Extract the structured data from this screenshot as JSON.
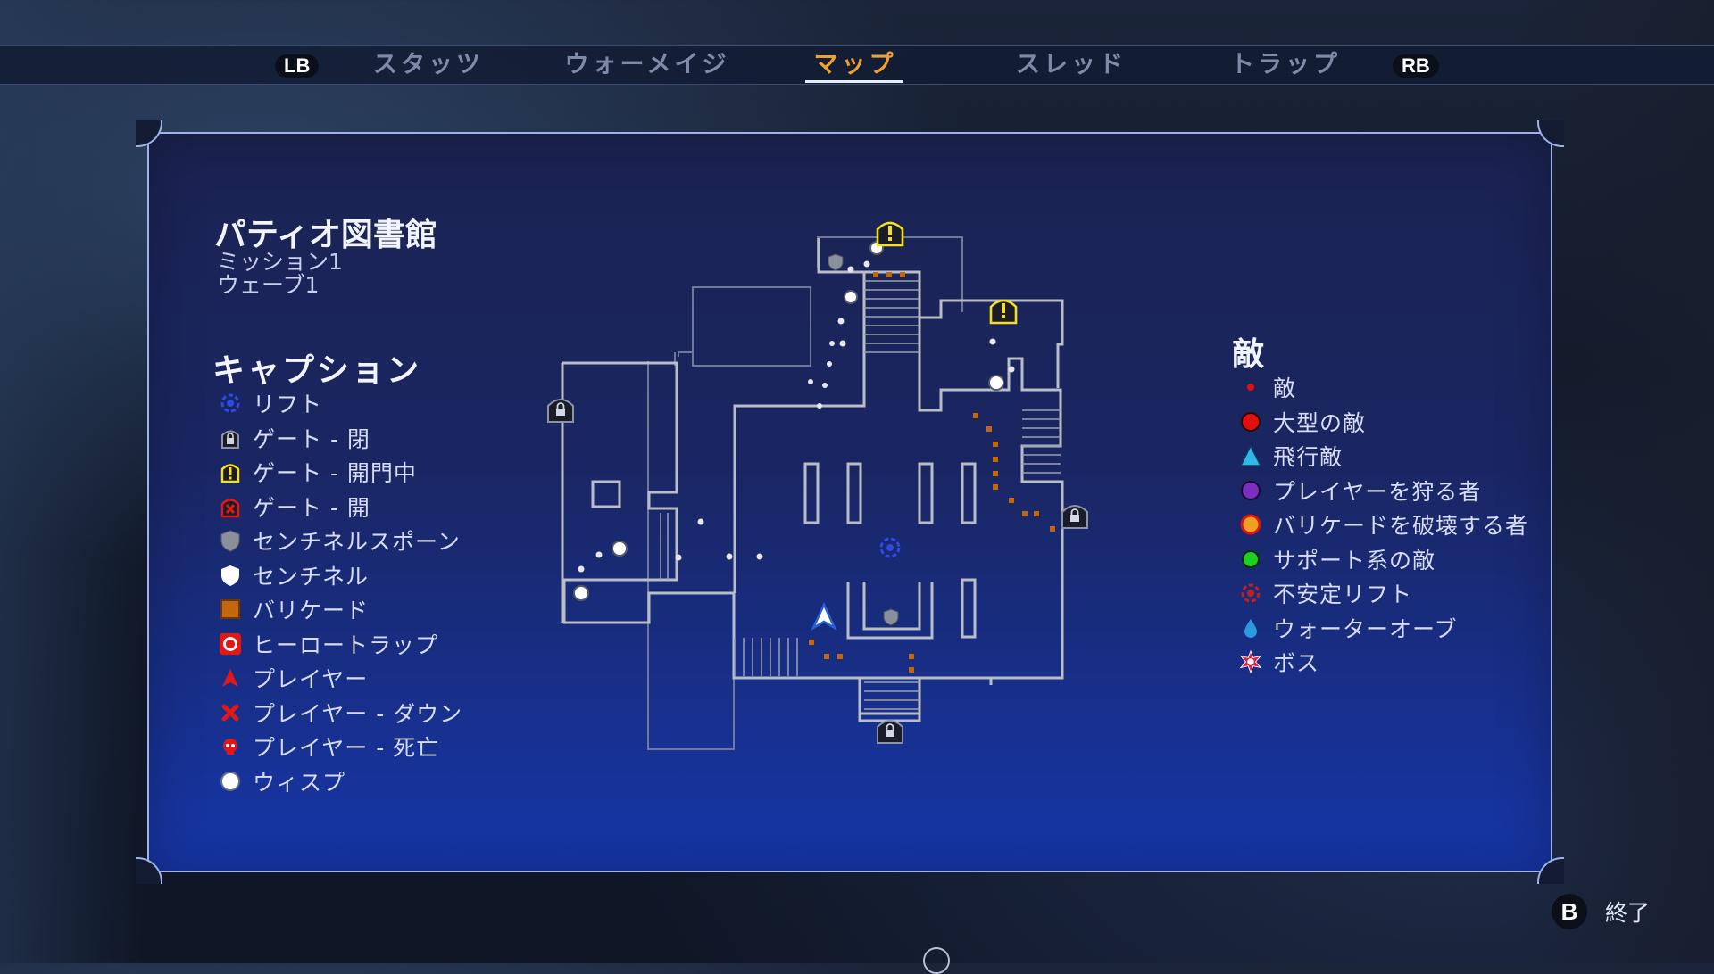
{
  "nav": {
    "left_shoulder": "LB",
    "right_shoulder": "RB",
    "tabs": [
      {
        "label": "スタッツ",
        "active": false
      },
      {
        "label": "ウォーメイジ",
        "active": false
      },
      {
        "label": "マップ",
        "active": true
      },
      {
        "label": "スレッド",
        "active": false
      },
      {
        "label": "トラップ",
        "active": false
      }
    ]
  },
  "location": {
    "title": "パティオ図書館",
    "mission": "ミッション1",
    "wave": "ウェーブ1"
  },
  "caption": {
    "title": "キャプション",
    "items": [
      {
        "label": "リフト",
        "icon": "rift-icon"
      },
      {
        "label": "ゲート - 閉",
        "icon": "gate-closed-icon"
      },
      {
        "label": "ゲート - 開門中",
        "icon": "gate-opening-icon"
      },
      {
        "label": "ゲート - 開",
        "icon": "gate-open-icon"
      },
      {
        "label": "センチネルスポーン",
        "icon": "sentinel-spawn-icon"
      },
      {
        "label": "センチネル",
        "icon": "sentinel-icon"
      },
      {
        "label": "バリケード",
        "icon": "barricade-icon"
      },
      {
        "label": "ヒーロートラップ",
        "icon": "hero-trap-icon"
      },
      {
        "label": "プレイヤー",
        "icon": "player-icon"
      },
      {
        "label": "プレイヤー - ダウン",
        "icon": "player-down-icon"
      },
      {
        "label": "プレイヤー - 死亡",
        "icon": "player-dead-icon"
      },
      {
        "label": "ウィスプ",
        "icon": "wisp-icon"
      }
    ]
  },
  "enemies": {
    "title": "敵",
    "items": [
      {
        "label": "敵",
        "icon": "enemy-icon",
        "color": "#e01010"
      },
      {
        "label": "大型の敵",
        "icon": "large-enemy-icon",
        "color": "#e01010"
      },
      {
        "label": "飛行敵",
        "icon": "flying-enemy-icon",
        "color": "#30b8e8"
      },
      {
        "label": "プレイヤーを狩る者",
        "icon": "hunter-icon",
        "color": "#7a2fc0"
      },
      {
        "label": "バリケードを破壊する者",
        "icon": "barricade-breaker-icon",
        "color": "#f0a020"
      },
      {
        "label": "サポート系の敵",
        "icon": "support-enemy-icon",
        "color": "#20d020"
      },
      {
        "label": "不安定リフト",
        "icon": "unstable-rift-icon",
        "color": "#c02020"
      },
      {
        "label": "ウォーターオーブ",
        "icon": "water-orb-icon",
        "color": "#2a9ae0"
      },
      {
        "label": "ボス",
        "icon": "boss-icon",
        "color": "#e02040"
      }
    ]
  },
  "footer": {
    "button": "B",
    "label": "終了"
  },
  "colors": {
    "accent": "#f0a030",
    "panel_border": "#9fb2e8",
    "barricade": "#c4660c"
  }
}
